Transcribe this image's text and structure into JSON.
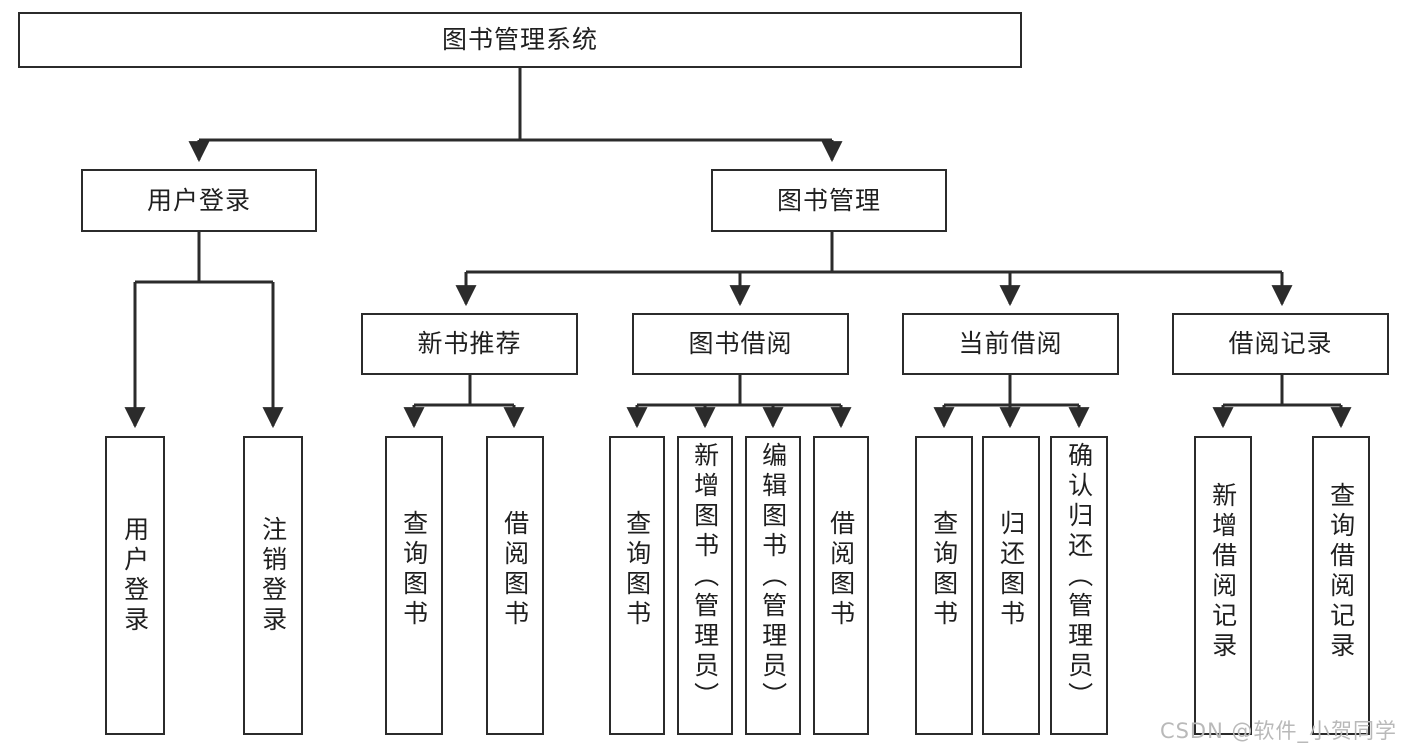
{
  "diagram": {
    "title": "图书管理系统",
    "type": "tree",
    "watermark": "CSDN @软件_小贺同学",
    "colors": {
      "box_border": "#2b2b2b",
      "box_fill": "#ffffff",
      "connector": "#2b2b2b",
      "text": "#1f1f1f",
      "watermark": "#b9b9b9",
      "background": "#ffffff"
    },
    "root": {
      "label": "图书管理系统"
    },
    "level2": [
      {
        "label": "用户登录"
      },
      {
        "label": "图书管理"
      }
    ],
    "level3": [
      {
        "label": "新书推荐"
      },
      {
        "label": "图书借阅"
      },
      {
        "label": "当前借阅"
      },
      {
        "label": "借阅记录"
      }
    ],
    "leaves": {
      "user_login": [
        {
          "label": "用户登录"
        },
        {
          "label": "注销登录"
        }
      ],
      "new_book_recommend": [
        {
          "label": "查询图书"
        },
        {
          "label": "借阅图书"
        }
      ],
      "book_borrow": [
        {
          "label": "查询图书"
        },
        {
          "label": "新增图书（管理员）"
        },
        {
          "label": "编辑图书（管理员）"
        },
        {
          "label": "借阅图书"
        }
      ],
      "current_borrow": [
        {
          "label": "查询图书"
        },
        {
          "label": "归还图书"
        },
        {
          "label": "确认归还（管理员）"
        }
      ],
      "borrow_record": [
        {
          "label": "新增借阅记录"
        },
        {
          "label": "查询借阅记录"
        }
      ]
    }
  }
}
